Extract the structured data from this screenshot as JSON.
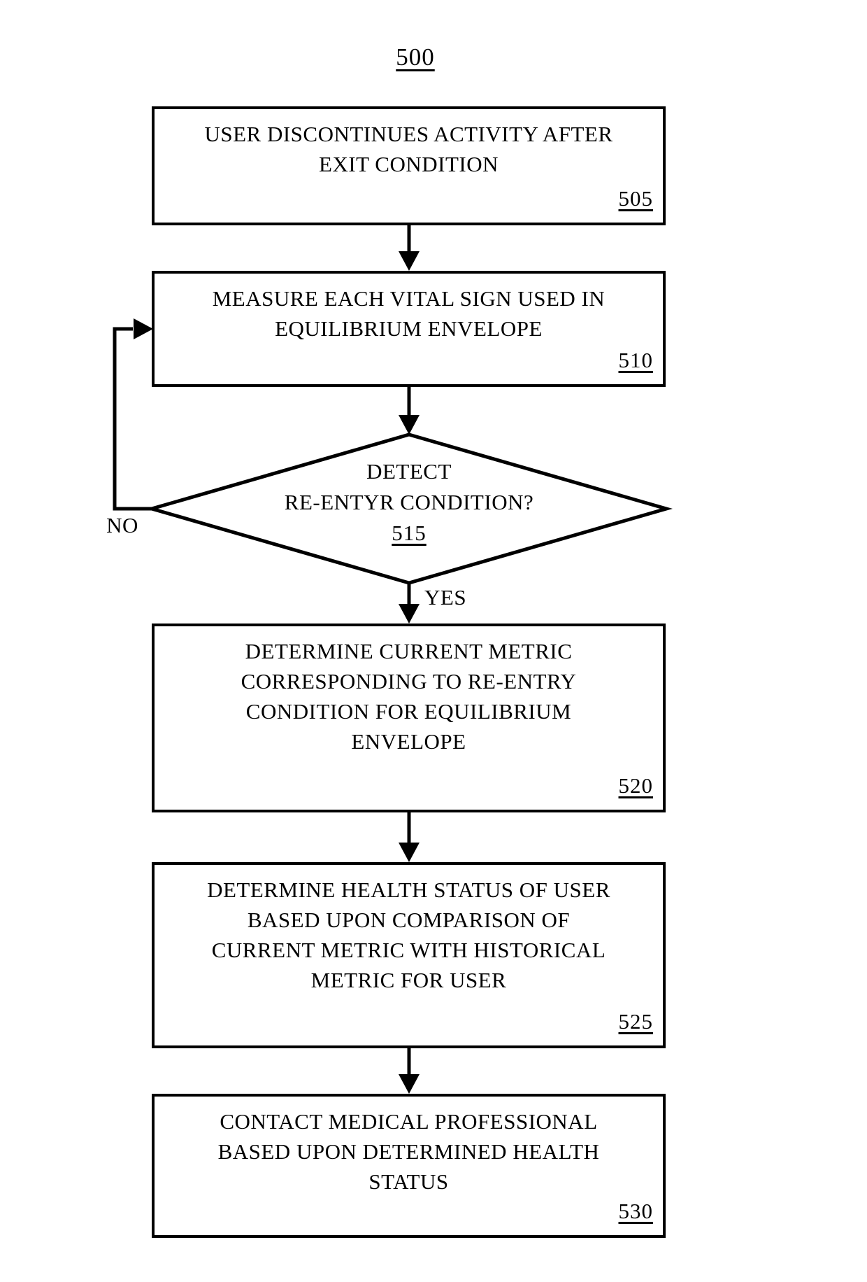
{
  "figure": {
    "title": "500"
  },
  "nodes": {
    "box505": {
      "type": "process",
      "lines": [
        "USER DISCONTINUES ACTIVITY AFTER",
        "EXIT CONDITION"
      ],
      "ref": "505"
    },
    "box510": {
      "type": "process",
      "lines": [
        "MEASURE EACH VITAL SIGN USED IN",
        "EQUILIBRIUM ENVELOPE"
      ],
      "ref": "510"
    },
    "diamond515": {
      "type": "decision",
      "lines": [
        "DETECT",
        "RE-ENTYR CONDITION?"
      ],
      "ref": "515"
    },
    "box520": {
      "type": "process",
      "lines": [
        "DETERMINE CURRENT METRIC",
        "CORRESPONDING TO RE-ENTRY",
        "CONDITION FOR EQUILIBRIUM",
        "ENVELOPE"
      ],
      "ref": "520"
    },
    "box525": {
      "type": "process",
      "lines": [
        "DETERMINE HEALTH STATUS OF USER",
        "BASED UPON COMPARISON OF",
        "CURRENT METRIC WITH HISTORICAL",
        "METRIC FOR USER"
      ],
      "ref": "525"
    },
    "box530": {
      "type": "process",
      "lines": [
        "CONTACT MEDICAL PROFESSIONAL",
        "BASED UPON DETERMINED HEALTH",
        "STATUS"
      ],
      "ref": "530"
    }
  },
  "edges": {
    "no_label": "NO",
    "yes_label": "YES"
  },
  "colors": {
    "ink": "#000000",
    "background": "#ffffff"
  }
}
